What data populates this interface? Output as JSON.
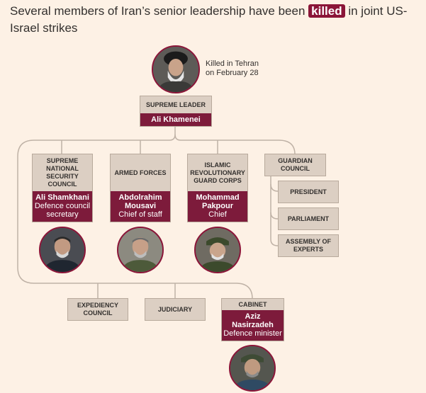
{
  "headline": {
    "before": "Several members of Iran’s senior leadership have been ",
    "highlight": "killed",
    "after": " in joint US-Israel strikes"
  },
  "annotation": {
    "line1": "Killed in Tehran",
    "line2": "on February 28"
  },
  "supreme_leader": {
    "title": "SUPREME LEADER",
    "name": "Ali Khamenei"
  },
  "branches": [
    {
      "title": "SUPREME NATIONAL SECURITY COUNCIL",
      "name": "Ali Shamkhani",
      "role": "Defence council secretary"
    },
    {
      "title": "ARMED FORCES",
      "name": "Abdolrahim Mousavi",
      "role": "Chief of staff"
    },
    {
      "title": "ISLAMIC REVOLUTIONARY GUARD CORPS",
      "name": "Mohammad Pakpour",
      "role": "Chief"
    }
  ],
  "guardian": {
    "title": "GUARDIAN COUNCIL",
    "children": [
      "PRESIDENT",
      "PARLIAMENT",
      "ASSEMBLY OF EXPERTS"
    ]
  },
  "lower": {
    "expediency": "EXPEDIENCY COUNCIL",
    "judiciary": "JUDICIARY",
    "cabinet": {
      "title": "CABINET",
      "name": "Aziz Nasirzadeh",
      "role": "Defence minister"
    }
  },
  "colors": {
    "background": "#fdf1e5",
    "box": "#dccfc3",
    "accent": "#7d1b3b",
    "highlight": "#8b1538",
    "line": "#bfb2a6",
    "text": "#33302e"
  }
}
